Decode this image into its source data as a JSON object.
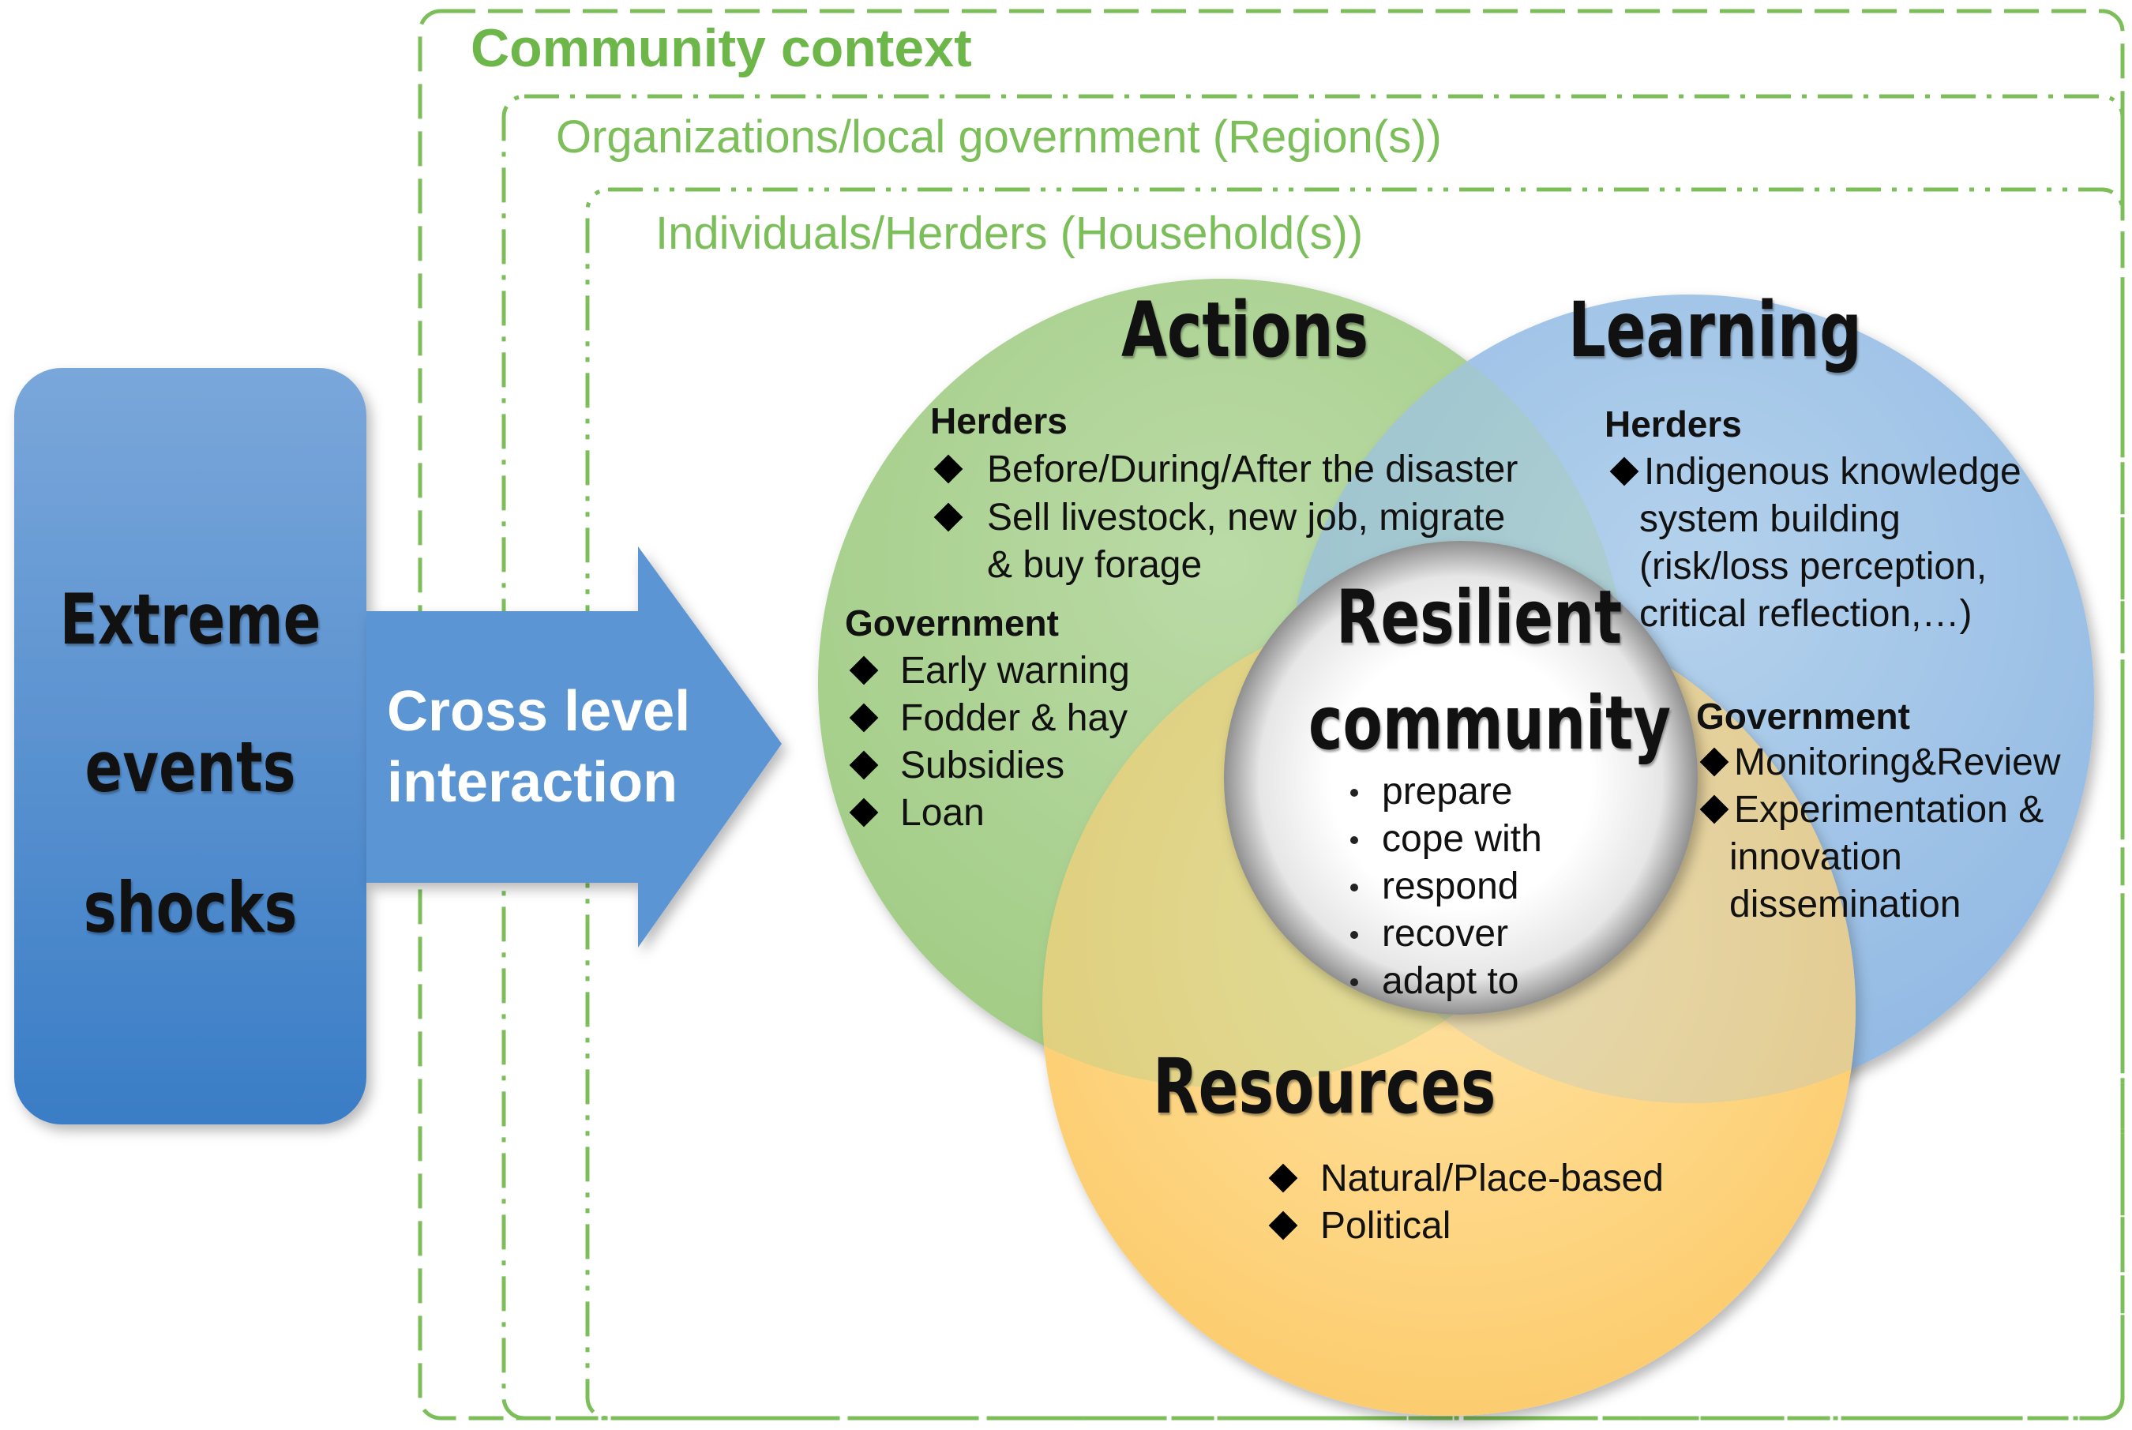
{
  "levels": {
    "community": "Community context",
    "organizations": "Organizations/local government (Region(s))",
    "individuals": "Individuals/Herders (Household(s))"
  },
  "shocks": {
    "line1": "Extreme",
    "line2": "events",
    "line3": "shocks"
  },
  "arrow": {
    "line1": "Cross level",
    "line2": "interaction"
  },
  "actions": {
    "title": "Actions",
    "herders_head": "Herders",
    "herders_items": [
      "Before/During/After  the disaster",
      "Sell livestock, new job, migrate",
      "& buy forage"
    ],
    "government_head": "Government",
    "government_items": [
      "Early warning",
      "Fodder & hay",
      "Subsidies",
      "Loan"
    ]
  },
  "learning": {
    "title": "Learning",
    "herders_head": "Herders",
    "herders_lines": [
      "Indigenous knowledge",
      "system building",
      "(risk/loss perception,",
      "critical reflection,…)"
    ],
    "government_head": "Government",
    "government_lines": [
      "Monitoring&Review",
      "Experimentation &",
      "innovation",
      "dissemination"
    ]
  },
  "resources": {
    "title": "Resources",
    "items": [
      "Natural/Place-based",
      "Political"
    ]
  },
  "center": {
    "title_line1": "Resilient",
    "title_line2": "community",
    "items": [
      "prepare",
      "cope with",
      "respond",
      "recover",
      "adapt to"
    ]
  },
  "colors": {
    "frame_green": "#7cbf5a",
    "shock_box_top": "#7aa7da",
    "shock_box_bottom": "#3a7dc6",
    "arrow": "#5b95d3",
    "actions_fill": "#a9d18e",
    "learning_fill": "#9dc3e6",
    "resources_fill": "#ffd57f"
  }
}
